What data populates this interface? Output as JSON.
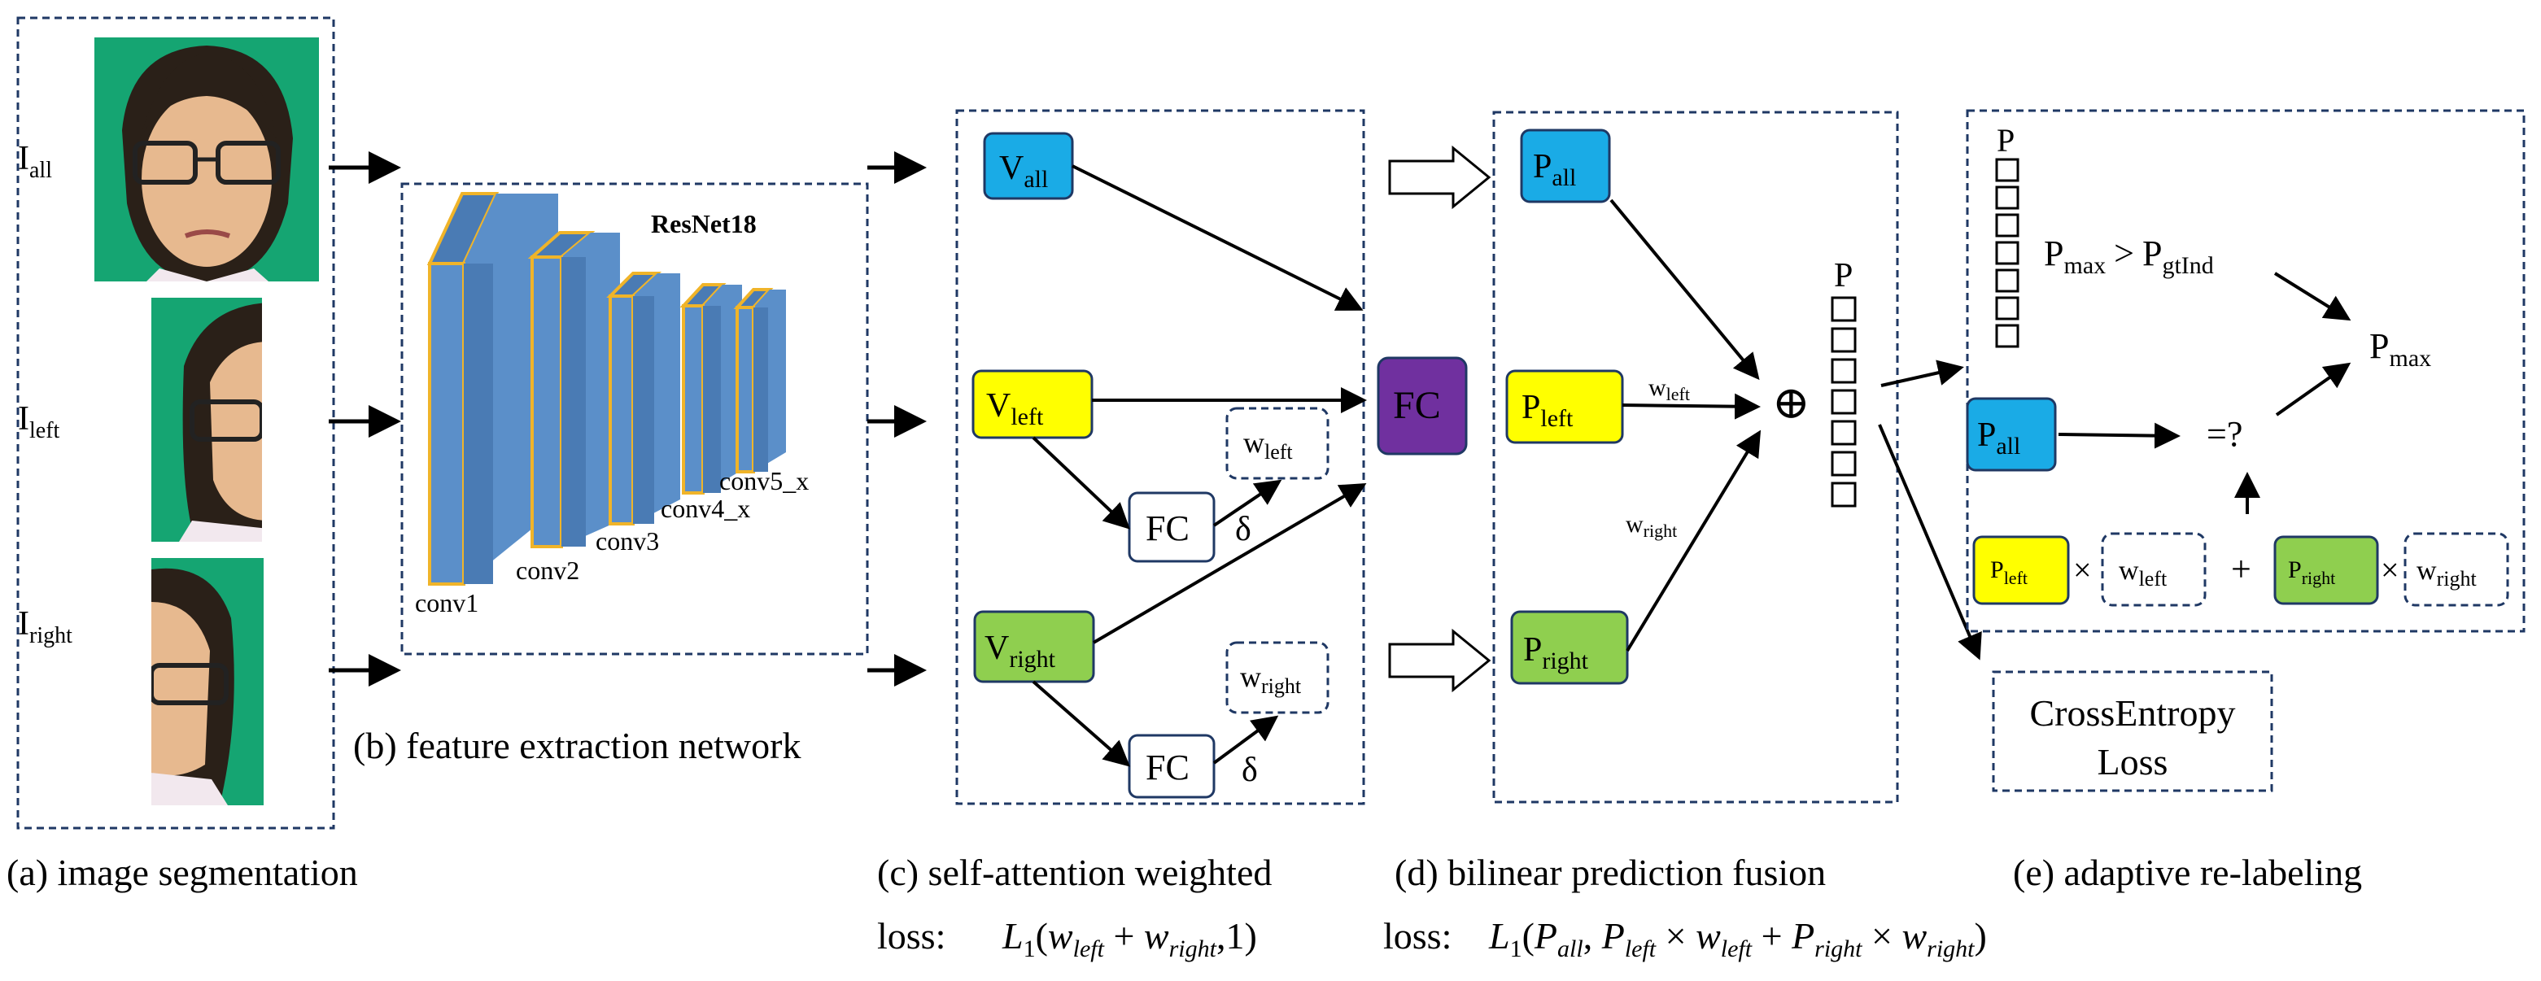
{
  "colors": {
    "v_all": "#1aabe6",
    "v_left": "#ffff00",
    "v_right": "#8fcf4f",
    "fc_main": "#70309f",
    "block_face": "#5b8fc9",
    "block_side": "#4a7bb4",
    "block_edge": "#f0b429",
    "face_bg": "#15a572",
    "box_border": "#1f3864"
  },
  "section_a": {
    "labels": {
      "all": {
        "main": "I",
        "sub": "all"
      },
      "left": {
        "main": "I",
        "sub": "left"
      },
      "right": {
        "main": "I",
        "sub": "right"
      }
    },
    "caption": "(a) image segmentation"
  },
  "section_b": {
    "title": "ResNet18",
    "blocks": [
      "conv1",
      "conv2",
      "conv3",
      "conv4_x",
      "conv5_x"
    ],
    "caption": "(b) feature extraction network"
  },
  "section_c": {
    "v_all": {
      "main": "V",
      "sub": "all"
    },
    "v_left": {
      "main": "V",
      "sub": "left"
    },
    "v_right": {
      "main": "V",
      "sub": "right"
    },
    "fc": "FC",
    "fc_main": "FC",
    "w_left": {
      "main": "w",
      "sub": "left"
    },
    "w_right": {
      "main": "w",
      "sub": "right"
    },
    "delta": "δ",
    "caption": "(c) self-attention weighted",
    "loss_prefix": "loss:",
    "loss_formula": "L1(wleft + wright ,1)"
  },
  "section_d": {
    "p_all": {
      "main": "P",
      "sub": "all"
    },
    "p_left": {
      "main": "P",
      "sub": "left"
    },
    "p_right": {
      "main": "P",
      "sub": "right"
    },
    "w_left": {
      "main": "w",
      "sub": "left"
    },
    "w_right": {
      "main": "w",
      "sub": "right"
    },
    "oplus": "⊕",
    "p_vector": "P",
    "caption": "(d) bilinear prediction fusion",
    "loss_prefix": "loss:",
    "loss_formula": "L1(Pall , Pleft × wleft + Pright × wright)"
  },
  "section_e": {
    "p_vector": "P",
    "compare": {
      "a_main": "P",
      "a_sub": "max",
      "op": ">",
      "b_main": "P",
      "b_sub": "gtInd"
    },
    "p_max": {
      "main": "P",
      "sub": "max"
    },
    "p_all": {
      "main": "P",
      "sub": "all"
    },
    "equals_q": "=?",
    "p_left": {
      "main": "P",
      "sub": "left"
    },
    "p_right": {
      "main": "P",
      "sub": "right"
    },
    "w_left": {
      "main": "w",
      "sub": "left"
    },
    "w_right": {
      "main": "w",
      "sub": "right"
    },
    "times": "×",
    "plus": "+",
    "caption": "(e) adaptive re-labeling"
  },
  "cross_entropy": {
    "line1": "CrossEntropy",
    "line2": "Loss"
  }
}
